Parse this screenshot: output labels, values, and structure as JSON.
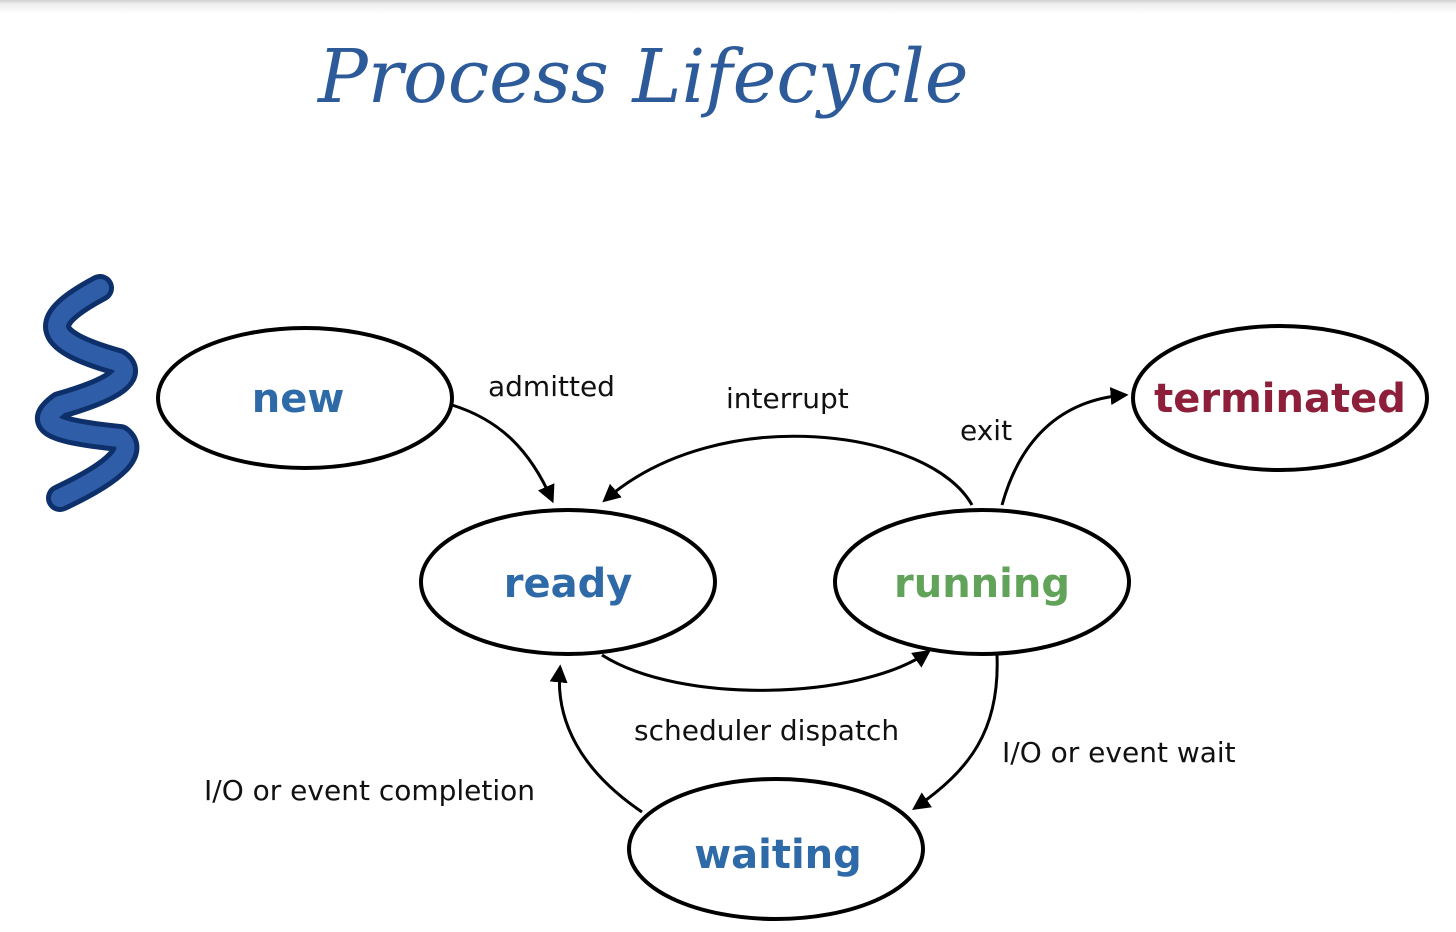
{
  "title": "Process Lifecycle",
  "colors": {
    "title": "#2d5b9a",
    "new": "#2f6aa8",
    "ready": "#2f6aa8",
    "waiting": "#2f6aa8",
    "running": "#62a35a",
    "terminated": "#8e1f3a",
    "thread_icon": "#2f5da8",
    "stroke": "#000000"
  },
  "icons": {
    "thread": "squiggle-thread-icon"
  },
  "states": {
    "new": "new",
    "ready": "ready",
    "running": "running",
    "waiting": "waiting",
    "terminated": "terminated"
  },
  "transitions": {
    "admitted": "admitted",
    "interrupt": "interrupt",
    "exit": "exit",
    "scheduler_dispatch": "scheduler dispatch",
    "io_wait": "I/O or event wait",
    "io_completion": "I/O or event completion"
  }
}
